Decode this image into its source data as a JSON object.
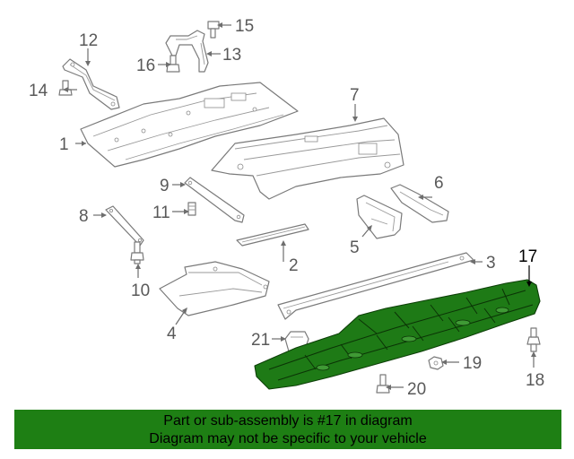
{
  "diagram": {
    "callouts": [
      {
        "id": "p1",
        "label": "1"
      },
      {
        "id": "p2",
        "label": "2"
      },
      {
        "id": "p3",
        "label": "3"
      },
      {
        "id": "p4",
        "label": "4"
      },
      {
        "id": "p5",
        "label": "5"
      },
      {
        "id": "p6",
        "label": "6"
      },
      {
        "id": "p7",
        "label": "7"
      },
      {
        "id": "p8",
        "label": "8"
      },
      {
        "id": "p9",
        "label": "9"
      },
      {
        "id": "p10",
        "label": "10"
      },
      {
        "id": "p11",
        "label": "11"
      },
      {
        "id": "p12",
        "label": "12"
      },
      {
        "id": "p13",
        "label": "13"
      },
      {
        "id": "p14",
        "label": "14"
      },
      {
        "id": "p15",
        "label": "15"
      },
      {
        "id": "p16",
        "label": "16"
      },
      {
        "id": "p17",
        "label": "17"
      },
      {
        "id": "p18",
        "label": "18"
      },
      {
        "id": "p19",
        "label": "19"
      },
      {
        "id": "p20",
        "label": "20"
      },
      {
        "id": "p21",
        "label": "21"
      }
    ],
    "highlight_part": "17",
    "colors": {
      "highlight": "#1e7a16",
      "banner": "#1e7f14",
      "line": "#7a7a7a"
    }
  },
  "banner": {
    "line1": "Part or sub-assembly is #17 in diagram",
    "line2": "Diagram may not be specific to your vehicle"
  }
}
